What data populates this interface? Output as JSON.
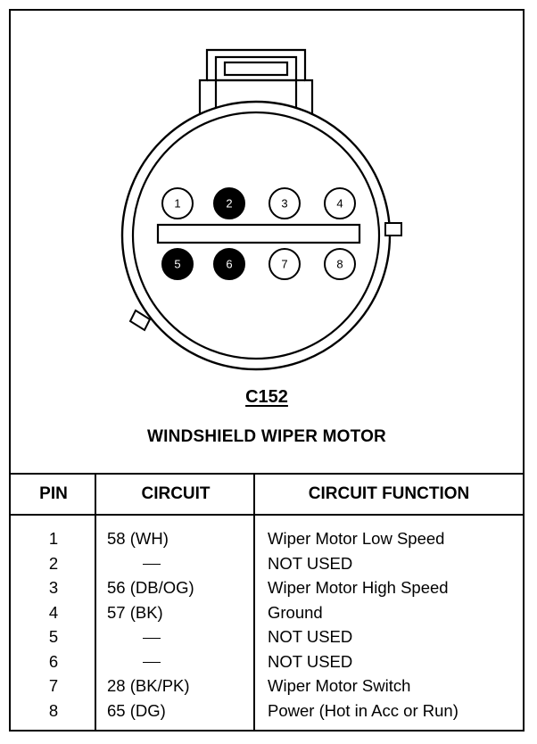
{
  "connector": {
    "id": "C152",
    "name": "WINDSHIELD WIPER MOTOR",
    "pins_top": [
      {
        "label": "1",
        "filled": false
      },
      {
        "label": "2",
        "filled": true
      },
      {
        "label": "3",
        "filled": false
      },
      {
        "label": "4",
        "filled": false
      }
    ],
    "pins_bottom": [
      {
        "label": "5",
        "filled": true
      },
      {
        "label": "6",
        "filled": true
      },
      {
        "label": "7",
        "filled": false
      },
      {
        "label": "8",
        "filled": false
      }
    ]
  },
  "table": {
    "headers": {
      "pin": "PIN",
      "circuit": "CIRCUIT",
      "function": "CIRCUIT FUNCTION"
    },
    "rows": [
      {
        "pin": "1",
        "circuit": "58 (WH)",
        "function": "Wiper Motor Low Speed"
      },
      {
        "pin": "2",
        "circuit": "",
        "function": "NOT USED"
      },
      {
        "pin": "3",
        "circuit": "56 (DB/OG)",
        "function": "Wiper Motor High Speed"
      },
      {
        "pin": "4",
        "circuit": "57 (BK)",
        "function": "Ground"
      },
      {
        "pin": "5",
        "circuit": "",
        "function": "NOT USED"
      },
      {
        "pin": "6",
        "circuit": "",
        "function": "NOT USED"
      },
      {
        "pin": "7",
        "circuit": "28 (BK/PK)",
        "function": "Wiper Motor Switch"
      },
      {
        "pin": "8",
        "circuit": "65 (DG)",
        "function": "Power (Hot in Acc or Run)"
      }
    ]
  }
}
